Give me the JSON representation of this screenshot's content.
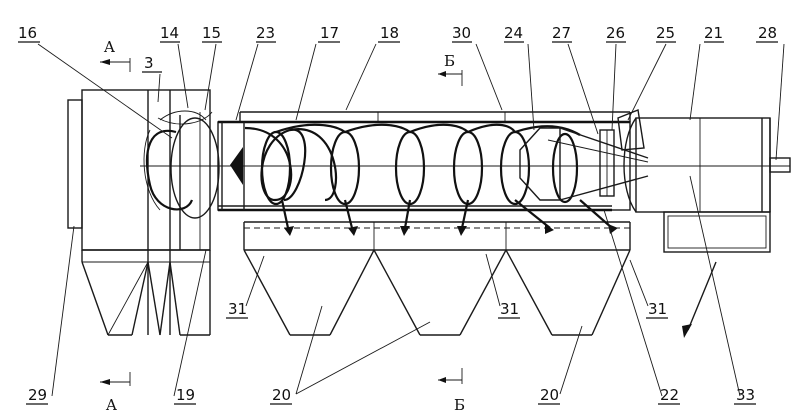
{
  "labels": [
    {
      "id": "l16",
      "text": "16"
    },
    {
      "id": "l3",
      "text": "3"
    },
    {
      "id": "l14",
      "text": "14"
    },
    {
      "id": "l15",
      "text": "15"
    },
    {
      "id": "l23",
      "text": "23"
    },
    {
      "id": "l17",
      "text": "17"
    },
    {
      "id": "l18",
      "text": "18"
    },
    {
      "id": "l30",
      "text": "30"
    },
    {
      "id": "l24",
      "text": "24"
    },
    {
      "id": "l27",
      "text": "27"
    },
    {
      "id": "l26",
      "text": "26"
    },
    {
      "id": "l25",
      "text": "25"
    },
    {
      "id": "l21",
      "text": "21"
    },
    {
      "id": "l28",
      "text": "28"
    },
    {
      "id": "l29",
      "text": "29"
    },
    {
      "id": "l19",
      "text": "19"
    },
    {
      "id": "l20a",
      "text": "20"
    },
    {
      "id": "l20b",
      "text": "20"
    },
    {
      "id": "l31a",
      "text": "31"
    },
    {
      "id": "l31b",
      "text": "31"
    },
    {
      "id": "l31c",
      "text": "31"
    },
    {
      "id": "l22",
      "text": "22"
    },
    {
      "id": "l33",
      "text": "33"
    }
  ],
  "sections": [
    {
      "id": "secA_top",
      "text": "A"
    },
    {
      "id": "secA_bot",
      "text": "A"
    },
    {
      "id": "secB_top",
      "text": "Б"
    },
    {
      "id": "secB_bot",
      "text": "Б"
    }
  ]
}
